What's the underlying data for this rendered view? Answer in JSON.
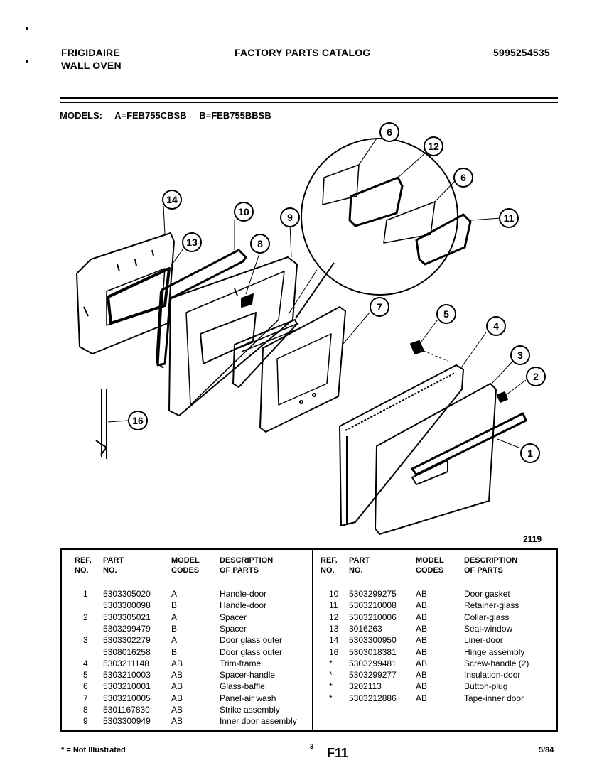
{
  "header": {
    "brand_line1": "FRIGIDAIRE",
    "brand_line2": "WALL OVEN",
    "title": "FACTORY PARTS CATALOG",
    "catalog_number": "5995254535"
  },
  "models_line": {
    "label": "MODELS:",
    "model_a": "A=FEB755CBSB",
    "model_b": "B=FEB755BBSB"
  },
  "diagram": {
    "callouts": [
      "1",
      "2",
      "3",
      "4",
      "5",
      "6",
      "6",
      "7",
      "8",
      "9",
      "10",
      "11",
      "12",
      "13",
      "14",
      "16"
    ],
    "figure_number": "2119"
  },
  "table": {
    "headers": {
      "ref": "REF.\nNO.",
      "part": "PART\nNO.",
      "model": "MODEL\nCODES",
      "desc": "DESCRIPTION\nOF PARTS"
    },
    "left_rows": [
      {
        "ref": "1",
        "part": "5303305020",
        "model": "A",
        "desc": "Handle-door"
      },
      {
        "ref": "",
        "part": "5303300098",
        "model": "B",
        "desc": "Handle-door"
      },
      {
        "ref": "2",
        "part": "5303305021",
        "model": "A",
        "desc": "Spacer"
      },
      {
        "ref": "",
        "part": "5303299479",
        "model": "B",
        "desc": "Spacer"
      },
      {
        "ref": "3",
        "part": "5303302279",
        "model": "A",
        "desc": "Door glass outer"
      },
      {
        "ref": "",
        "part": "5308016258",
        "model": "B",
        "desc": "Door glass outer"
      },
      {
        "ref": "4",
        "part": "5303211148",
        "model": "AB",
        "desc": "Trim-frame"
      },
      {
        "ref": "5",
        "part": "5303210003",
        "model": "AB",
        "desc": "Spacer-handle"
      },
      {
        "ref": "6",
        "part": "5303210001",
        "model": "AB",
        "desc": "Glass-baffle"
      },
      {
        "ref": "7",
        "part": "5303210005",
        "model": "AB",
        "desc": "Panel-air wash"
      },
      {
        "ref": "8",
        "part": "5301167830",
        "model": "AB",
        "desc": "Strike assembly"
      },
      {
        "ref": "9",
        "part": "5303300949",
        "model": "AB",
        "desc": "Inner door assembly"
      }
    ],
    "right_rows": [
      {
        "ref": "10",
        "part": "5303299275",
        "model": "AB",
        "desc": "Door gasket"
      },
      {
        "ref": "11",
        "part": "5303210008",
        "model": "AB",
        "desc": "Retainer-glass"
      },
      {
        "ref": "12",
        "part": "5303210006",
        "model": "AB",
        "desc": "Collar-glass"
      },
      {
        "ref": "13",
        "part": "3016263",
        "model": "AB",
        "desc": "Seal-window"
      },
      {
        "ref": "14",
        "part": "5303300950",
        "model": "AB",
        "desc": "Liner-door"
      },
      {
        "ref": "16",
        "part": "5303018381",
        "model": "AB",
        "desc": "Hinge assembly"
      },
      {
        "ref": "*",
        "part": "5303299481",
        "model": "AB",
        "desc": "Screw-handle (2)"
      },
      {
        "ref": "*",
        "part": "5303299277",
        "model": "AB",
        "desc": "Insulation-door"
      },
      {
        "ref": "*",
        "part": "3202113",
        "model": "AB",
        "desc": "Button-plug"
      },
      {
        "ref": "*",
        "part": "5303212886",
        "model": "AB",
        "desc": "Tape-inner door"
      }
    ]
  },
  "footer": {
    "note": "* = Not Illustrated",
    "page_small": "3",
    "page_code": "F11",
    "date": "5/84"
  }
}
